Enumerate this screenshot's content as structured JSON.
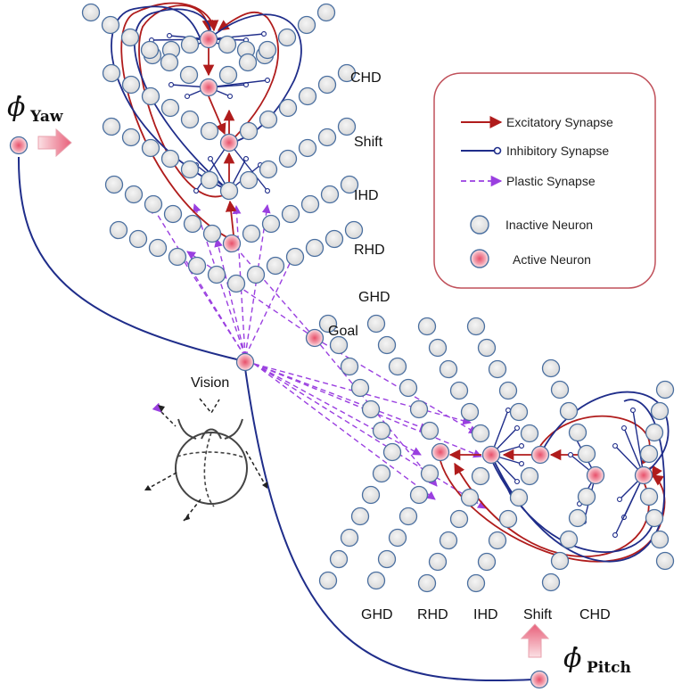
{
  "yaw_group": {
    "input_symbol": "ϕ̇",
    "input_subscript": "Yaw",
    "layer_labels": [
      "CHD",
      "Shift",
      "IHD",
      "RHD",
      "GHD"
    ]
  },
  "pitch_group": {
    "input_symbol": "ϕ̇",
    "input_subscript": "Pitch",
    "layer_labels": [
      "GHD",
      "RHD",
      "IHD",
      "Shift",
      "CHD"
    ]
  },
  "nodes": {
    "goal": "Goal",
    "vision": "Vision"
  },
  "legend": {
    "excitatory": "Excitatory Synapse",
    "inhibitory": "Inhibitory Synapse",
    "plastic": "Plastic Synapse",
    "inactive": "Inactive Neuron",
    "active": "Active Neuron"
  },
  "colors": {
    "excitatory": "#b01c1c",
    "inhibitory": "#1f2d8a",
    "plastic": "#9a3fe0",
    "neuron_fill": "#e6e6e6",
    "neuron_stroke": "#4a6fa0",
    "active_fill": "#e8506a",
    "legend_border": "#c0505a"
  }
}
